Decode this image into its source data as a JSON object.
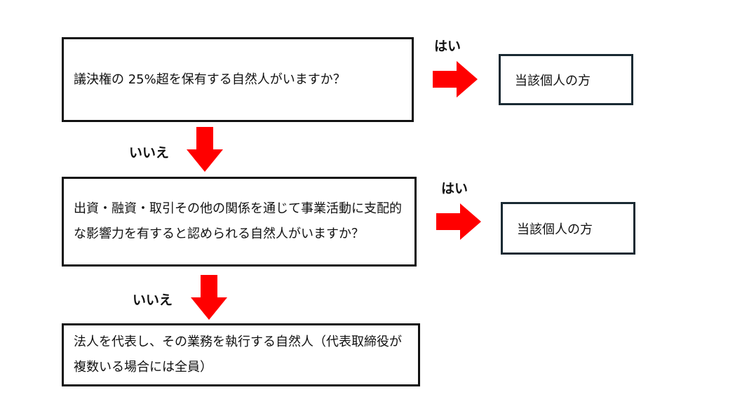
{
  "question1": "議決権の 25%超を保有する自然人がいますか？",
  "question2": "出資・融資・取引その他の関係を通じて事業活動に支配的な影響力を有すると認められる自然人がいますか？",
  "final_box": "法人を代表し、その業務を執行する自然人（代表取締役が複数いる場合には全員）",
  "answer1": "当該個人の方",
  "answer2": "当該個人の方",
  "yes_label_1": "はい",
  "yes_label_2": "はい",
  "no_label_1": "いいえ",
  "no_label_2": "いいえ",
  "colors": {
    "arrow": "#ff0000",
    "border": "#111111",
    "answer_border": "#1a2a33"
  }
}
